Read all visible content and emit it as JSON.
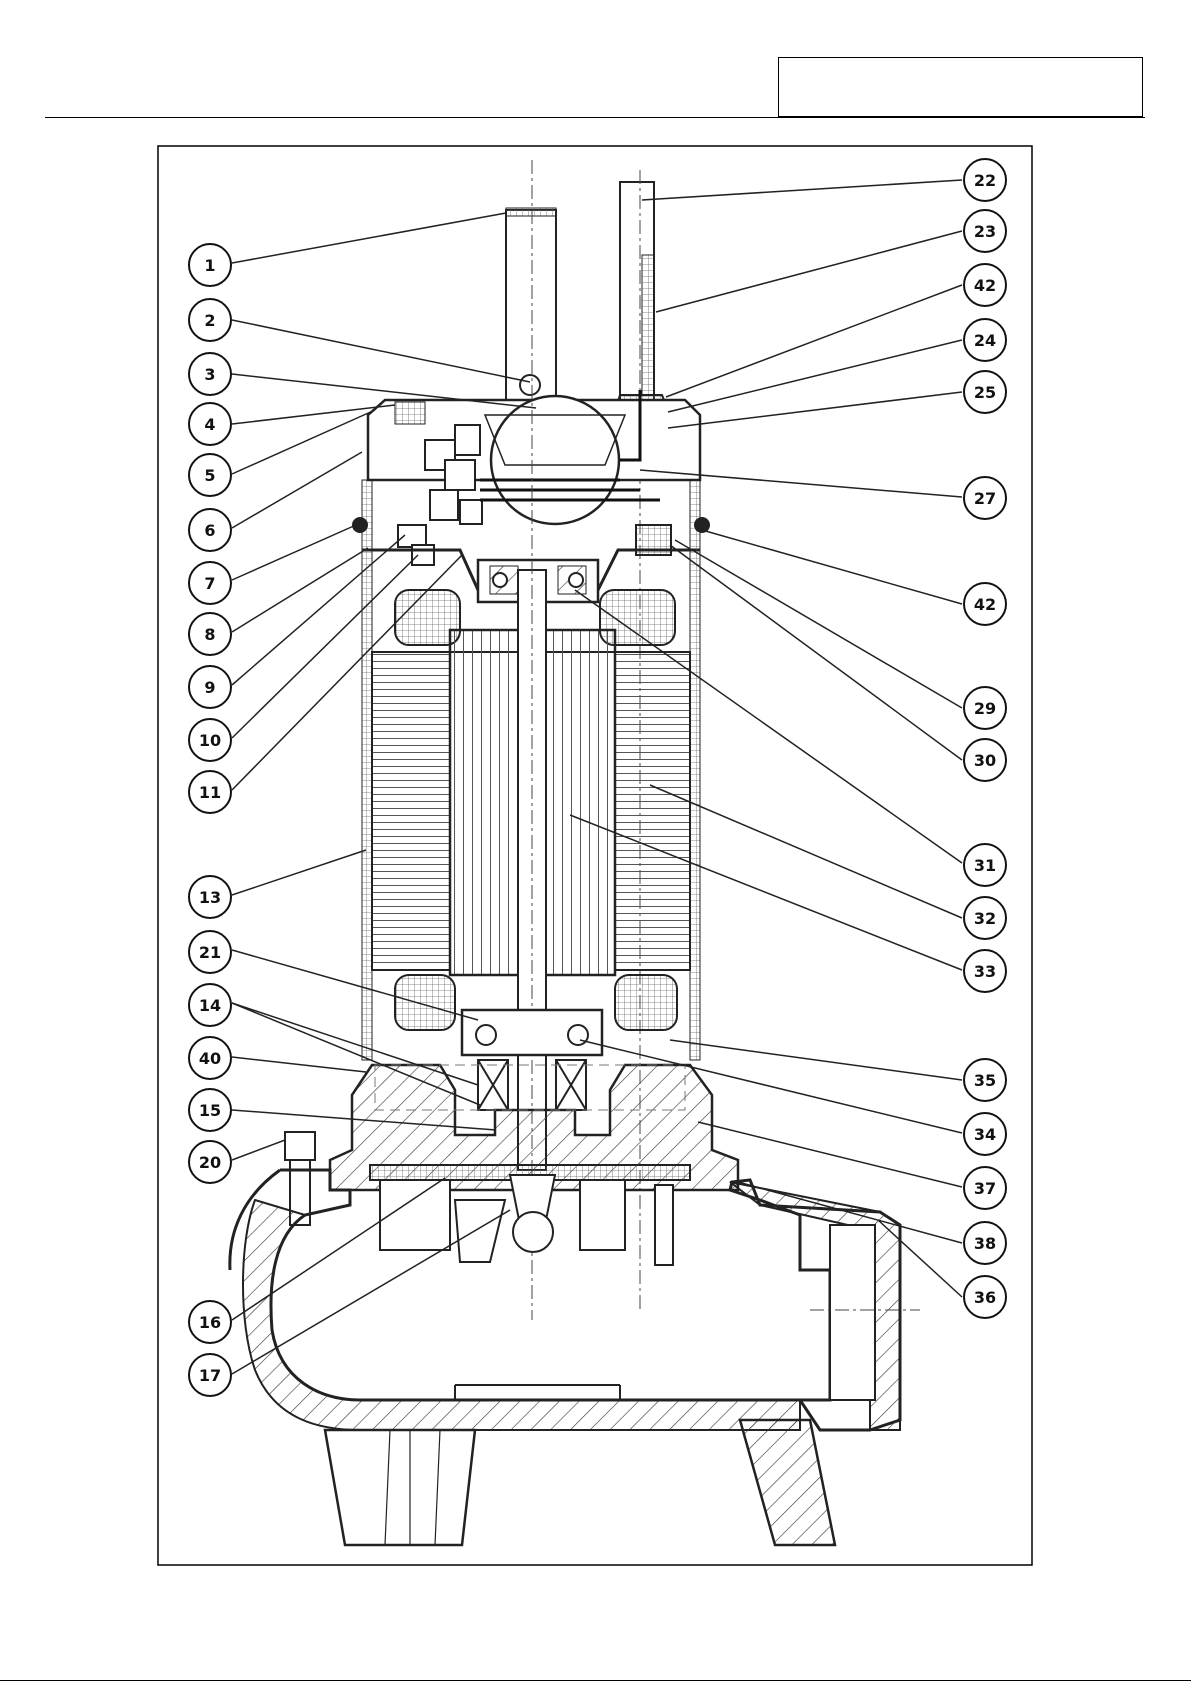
{
  "callouts": [
    {
      "id": "1"
    },
    {
      "id": "2"
    },
    {
      "id": "3"
    },
    {
      "id": "4"
    },
    {
      "id": "5"
    },
    {
      "id": "6"
    },
    {
      "id": "7"
    },
    {
      "id": "8"
    },
    {
      "id": "9"
    },
    {
      "id": "10"
    },
    {
      "id": "11"
    },
    {
      "id": "13"
    },
    {
      "id": "21"
    },
    {
      "id": "14"
    },
    {
      "id": "40"
    },
    {
      "id": "15"
    },
    {
      "id": "20"
    },
    {
      "id": "16"
    },
    {
      "id": "17"
    },
    {
      "id": "22"
    },
    {
      "id": "23"
    },
    {
      "id": "42"
    },
    {
      "id": "24"
    },
    {
      "id": "25"
    },
    {
      "id": "27"
    },
    {
      "id": "42"
    },
    {
      "id": "29"
    },
    {
      "id": "30"
    },
    {
      "id": "31"
    },
    {
      "id": "32"
    },
    {
      "id": "33"
    },
    {
      "id": "35"
    },
    {
      "id": "34"
    },
    {
      "id": "37"
    },
    {
      "id": "38"
    },
    {
      "id": "36"
    }
  ]
}
